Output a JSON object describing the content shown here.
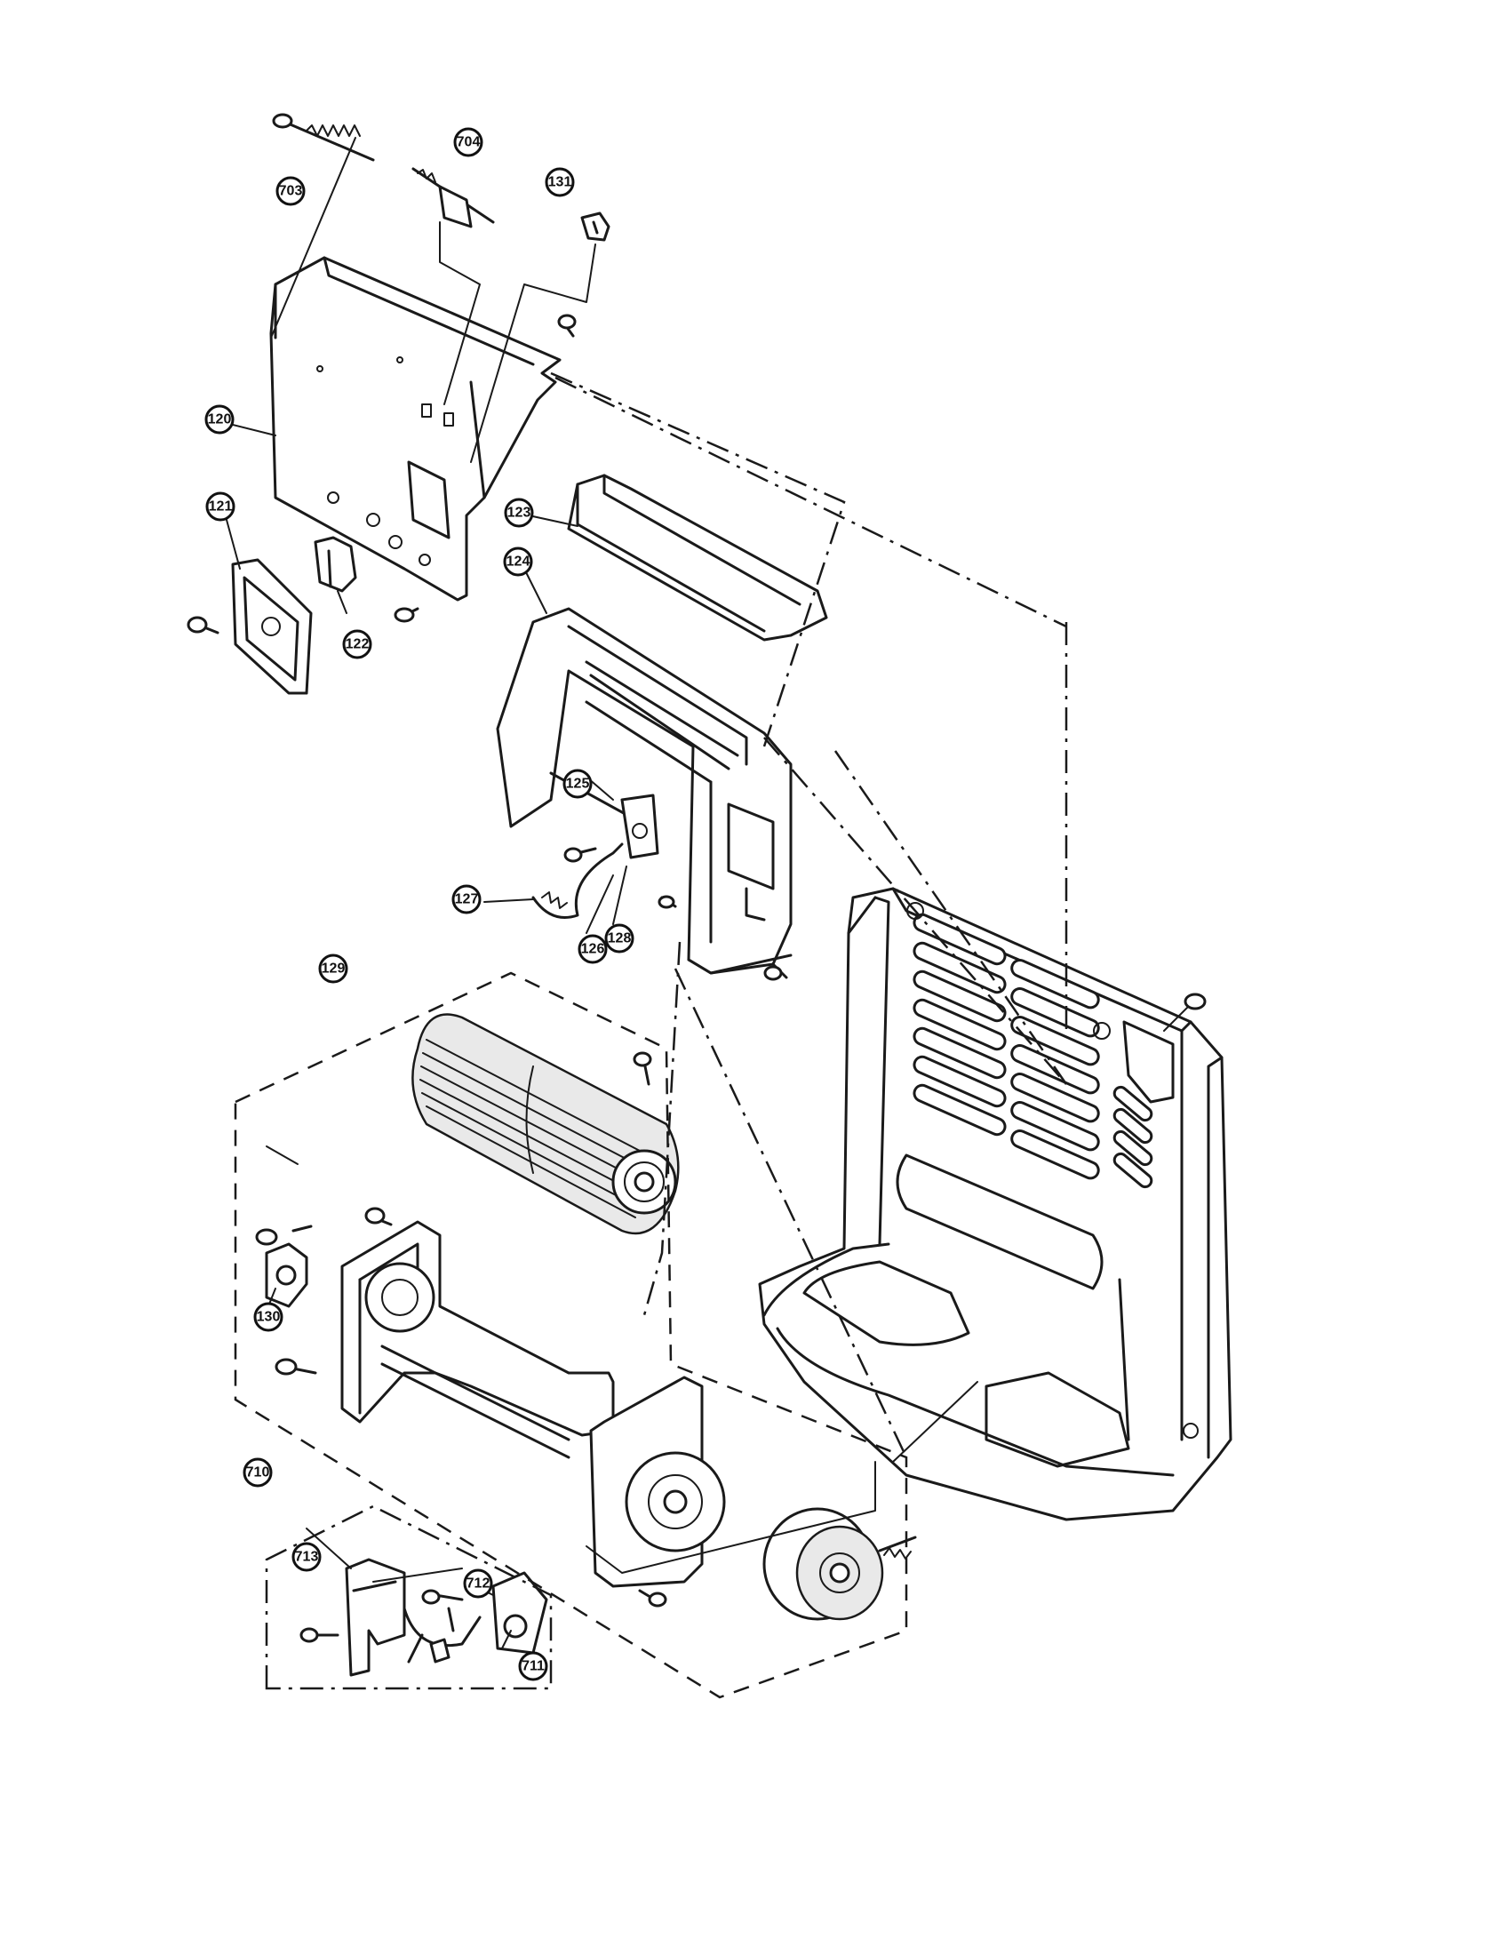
{
  "callouts": [
    {
      "id": "703",
      "label": "703"
    },
    {
      "id": "704",
      "label": "704"
    },
    {
      "id": "131",
      "label": "131"
    },
    {
      "id": "120",
      "label": "120"
    },
    {
      "id": "121",
      "label": "121"
    },
    {
      "id": "122",
      "label": "122"
    },
    {
      "id": "123",
      "label": "123"
    },
    {
      "id": "124",
      "label": "124"
    },
    {
      "id": "125",
      "label": "125"
    },
    {
      "id": "127",
      "label": "127"
    },
    {
      "id": "126",
      "label": "126"
    },
    {
      "id": "128",
      "label": "128"
    },
    {
      "id": "129",
      "label": "129"
    },
    {
      "id": "130",
      "label": "130"
    },
    {
      "id": "710",
      "label": "710"
    },
    {
      "id": "713",
      "label": "713"
    },
    {
      "id": "712",
      "label": "712"
    },
    {
      "id": "711",
      "label": "711"
    }
  ]
}
